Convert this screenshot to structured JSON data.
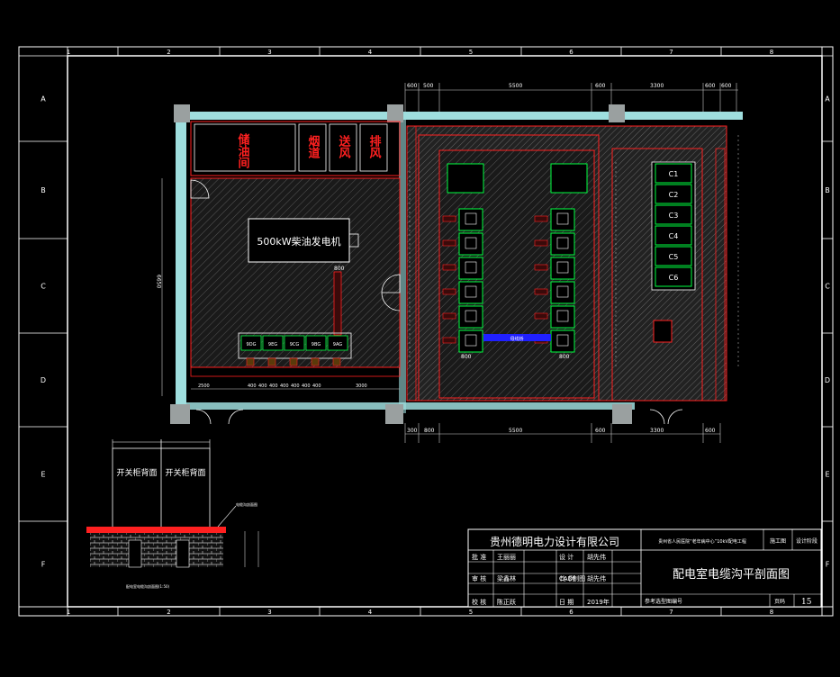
{
  "drawing": {
    "border_columns": [
      "1",
      "2",
      "3",
      "4",
      "5",
      "6",
      "7",
      "8"
    ],
    "border_rows": [
      "A",
      "B",
      "C",
      "D",
      "E",
      "F"
    ],
    "colors": {
      "background": "#000000",
      "wall": "#9fdede",
      "pillar": "#9aa0a0",
      "room_red": "#ff2020",
      "equipment": "#ffffff",
      "cabinet_green": "#00ff40",
      "busbar": "#2020ff",
      "dimension": "#d0d0d0"
    }
  },
  "rooms": {
    "generator_room_equipment_label": "500kW柴油发电机",
    "oil_room_label": "储油间",
    "smoke_label": "烟道",
    "air_in_label": "送风",
    "air_out_label": "排风",
    "sub_cabinets": [
      "9DG",
      "9EG",
      "9CG",
      "9BG",
      "9AG"
    ],
    "capacitor_cabinets": [
      "C1",
      "C2",
      "C3",
      "C4",
      "C5",
      "C6"
    ],
    "busbar_label": "母线桥"
  },
  "dimensions": {
    "top": [
      "600",
      "500",
      "5500",
      "600",
      "3300",
      "600",
      "600"
    ],
    "bottom": [
      "300",
      "800",
      "5500",
      "600",
      "3300",
      "600"
    ],
    "generator_left_h": "6650",
    "generator_bottom": [
      "2500",
      "400",
      "400",
      "400",
      "400",
      "400",
      "400",
      "400",
      "3000"
    ],
    "cabinet_width": "800",
    "generator_gap": "800"
  },
  "section_detail": {
    "left_label": "开关柜背面",
    "right_label": "开关柜背面",
    "note_label": "电缆沟剖面图",
    "caption": "配电室电缆沟剖面图(1:50)"
  },
  "title_block": {
    "company": "贵州德明电力设计有限公司",
    "project": "贵州省人民医院“老年病中心”10kV配电工程",
    "stage": "施工图",
    "stage_right": "设计阶段",
    "drawing_title": "配电室电缆沟平剖面图",
    "rows": [
      {
        "l1": "批 准",
        "v1": "王丽丽",
        "l2": "设 计",
        "v2": "胡先伟"
      },
      {
        "l1": "审 核",
        "v1": "梁鑫林",
        "l2": "CAD制图",
        "v2": "胡先伟"
      },
      {
        "l1": "校 核",
        "v1": "陈正跃",
        "l2": "日 期",
        "v2": "2019年"
      }
    ],
    "ratio_label": "比 例",
    "ref_label": "参考选型图编号",
    "page_label": "页码",
    "page_no": "15"
  }
}
